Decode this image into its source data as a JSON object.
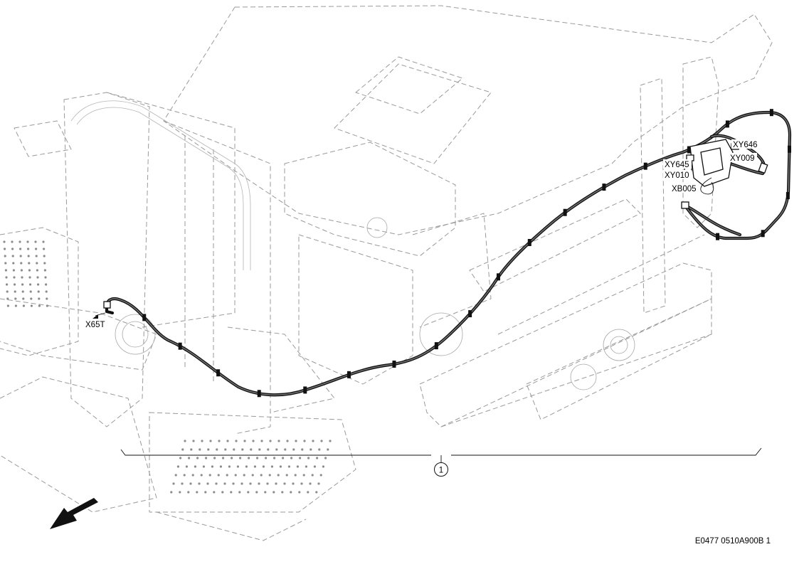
{
  "diagram": {
    "labels": {
      "x65t": "X65T",
      "xy646": "XY646",
      "xy645": "XY645",
      "xy009": "XY009",
      "xy010": "XY010",
      "xb005": "XB005"
    },
    "callout": "1",
    "reference_code": "E0477 0510A900B 1"
  }
}
